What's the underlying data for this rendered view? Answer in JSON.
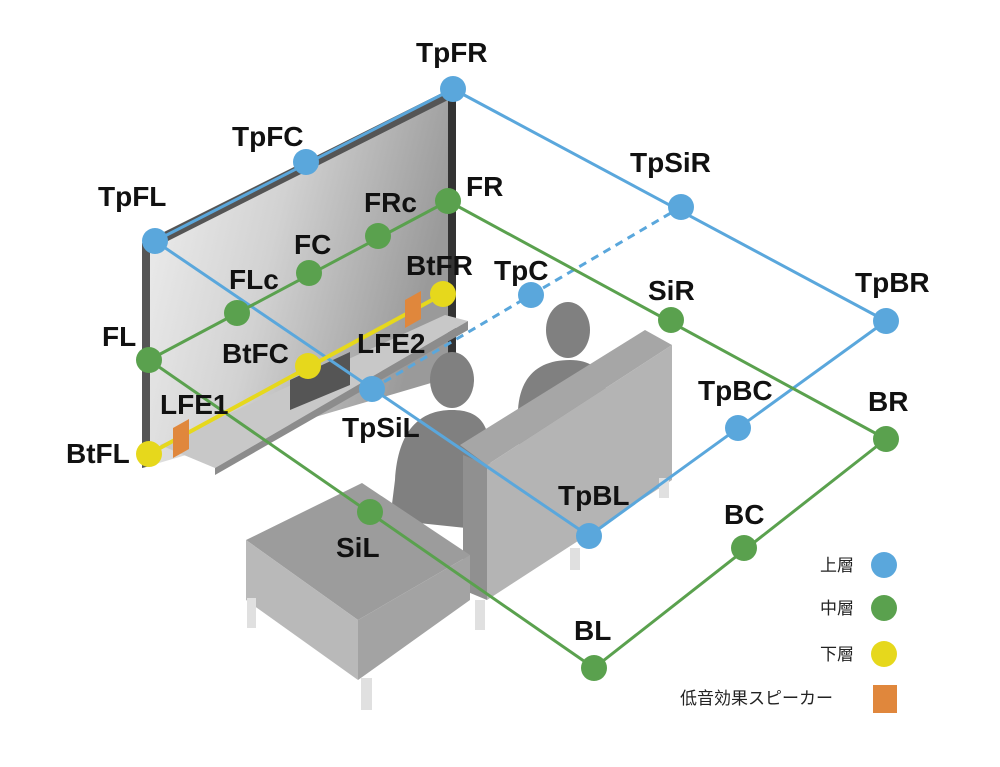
{
  "colors": {
    "upper": "#5aa7dc",
    "middle": "#5aa14e",
    "lower": "#e6d81c",
    "lfe": "#e0873c"
  },
  "speakers": {
    "TpFR": "TpFR",
    "TpFC": "TpFC",
    "TpFL": "TpFL",
    "TpSiR": "TpSiR",
    "TpC": "TpC",
    "TpBR": "TpBR",
    "TpBC": "TpBC",
    "TpSiL": "TpSiL",
    "TpBL": "TpBL",
    "FR": "FR",
    "FRc": "FRc",
    "FC": "FC",
    "FLc": "FLc",
    "FL": "FL",
    "SiR": "SiR",
    "BR": "BR",
    "BC": "BC",
    "BL": "BL",
    "SiL": "SiL",
    "BtFR": "BtFR",
    "BtFC": "BtFC",
    "BtFL": "BtFL",
    "LFE1": "LFE1",
    "LFE2": "LFE2"
  },
  "legend": {
    "upper": "上層",
    "middle": "中層",
    "lower": "下層",
    "lfe": "低音効果スピーカー"
  }
}
